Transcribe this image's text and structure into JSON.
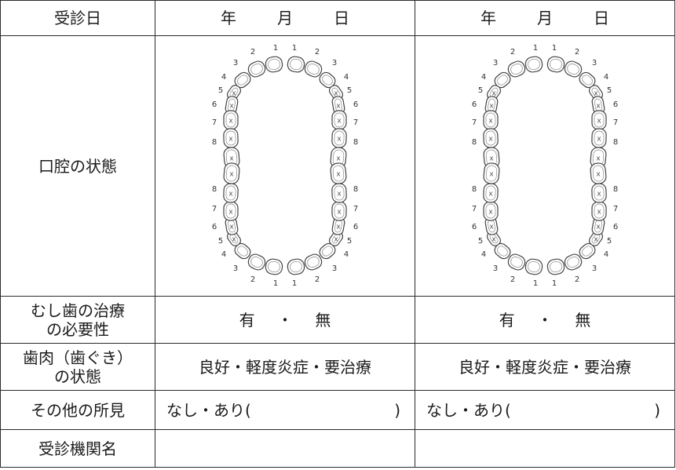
{
  "rows": {
    "visit_date": {
      "label": "受診日",
      "col1": {
        "year": "年",
        "month": "月",
        "day": "日"
      },
      "col2": {
        "year": "年",
        "month": "月",
        "day": "日"
      }
    },
    "oral_state": {
      "label": "口腔の状態",
      "upper_numbers": [
        "1",
        "2",
        "3",
        "4",
        "5",
        "6",
        "7",
        "8"
      ],
      "lower_numbers": [
        "1",
        "2",
        "3",
        "4",
        "5",
        "6",
        "7",
        "8"
      ]
    },
    "caries": {
      "label_line1": "むし歯の治療",
      "label_line2": "の必要性",
      "col1": {
        "yes": "有",
        "dot": "・",
        "no": "無"
      },
      "col2": {
        "yes": "有",
        "dot": "・",
        "no": "無"
      }
    },
    "gums": {
      "label_line1": "歯肉（歯ぐき）",
      "label_line2": "の状態",
      "col1": "良好・軽度炎症・要治療",
      "col2": "良好・軽度炎症・要治療"
    },
    "other": {
      "label": "その他の所見",
      "col1_text": "なし・あり(",
      "col1_close": ")",
      "col2_text": "なし・あり(",
      "col2_close": ")"
    },
    "institution": {
      "label": "受診機関名",
      "col1": "",
      "col2": ""
    }
  }
}
